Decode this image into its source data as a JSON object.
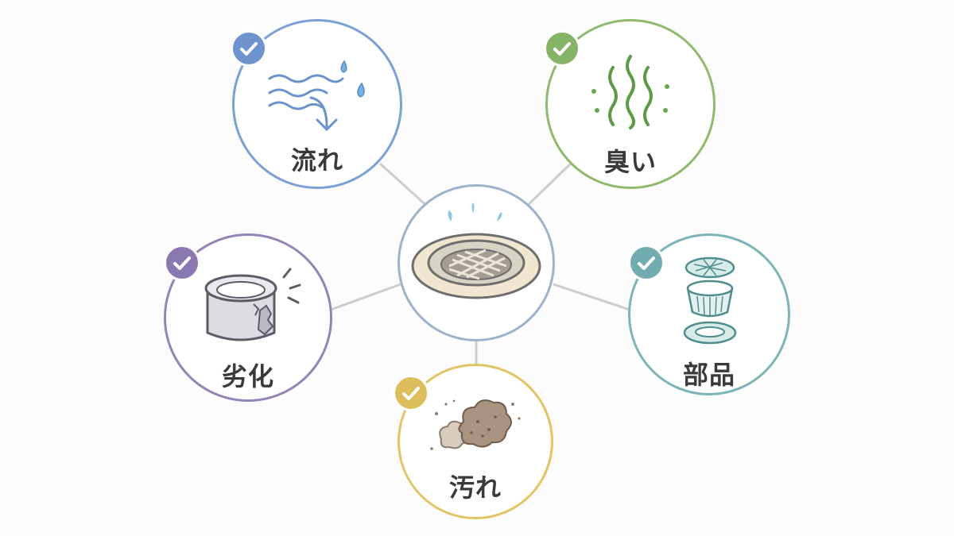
{
  "center": {
    "icon": "drain-strainer-icon"
  },
  "nodes": {
    "flow": {
      "label": "流れ",
      "icon": "water-flow-icon",
      "color": "#7aa0d4"
    },
    "odor": {
      "label": "臭い",
      "icon": "odor-waves-icon",
      "color": "#8fba6e"
    },
    "aging": {
      "label": "劣化",
      "icon": "cracked-pipe-icon",
      "color": "#9484b6"
    },
    "parts": {
      "label": "部品",
      "icon": "drain-parts-icon",
      "color": "#7db4b8"
    },
    "dirt": {
      "label": "汚れ",
      "icon": "dirt-clump-icon",
      "color": "#e2c467"
    }
  },
  "badge_icon": "check-icon"
}
